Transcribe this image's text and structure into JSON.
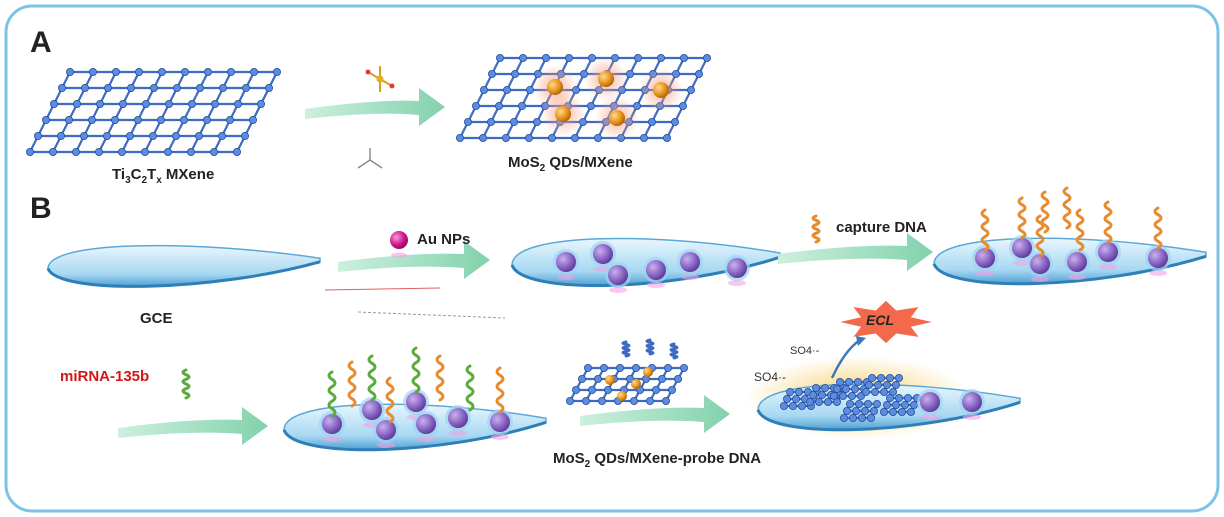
{
  "panel_a": {
    "letter": "A",
    "mxene_label_parts": [
      "Ti",
      "3",
      "C",
      "2",
      "T",
      "x",
      " MXene"
    ],
    "product_label_parts": [
      "MoS",
      "2",
      " QDs/MXene"
    ]
  },
  "panel_b": {
    "letter": "B",
    "gce_label": "GCE",
    "au_label": "Au NPs",
    "capture_label": "capture DNA",
    "mirna_label": "miRNA-135b",
    "probe_label_parts": [
      "MoS",
      "2",
      " QDs/MXene-probe DNA"
    ],
    "ecl_label": "ECL",
    "so4_small": "SO4·-",
    "so4_large": "SO4·-"
  },
  "colors": {
    "frame": "#7cc3e6",
    "lattice": "#3d6bc4",
    "arrow": "#8fd8b6",
    "electrode": "#5aa8d8",
    "particle": "#8a64c4",
    "dna": "#e88a2e",
    "mirna": "#5aaa3c",
    "ecl_star": "#f26a4b",
    "glow": "#f7c64a",
    "qd": "#e8941c",
    "text_red": "#d01818"
  }
}
